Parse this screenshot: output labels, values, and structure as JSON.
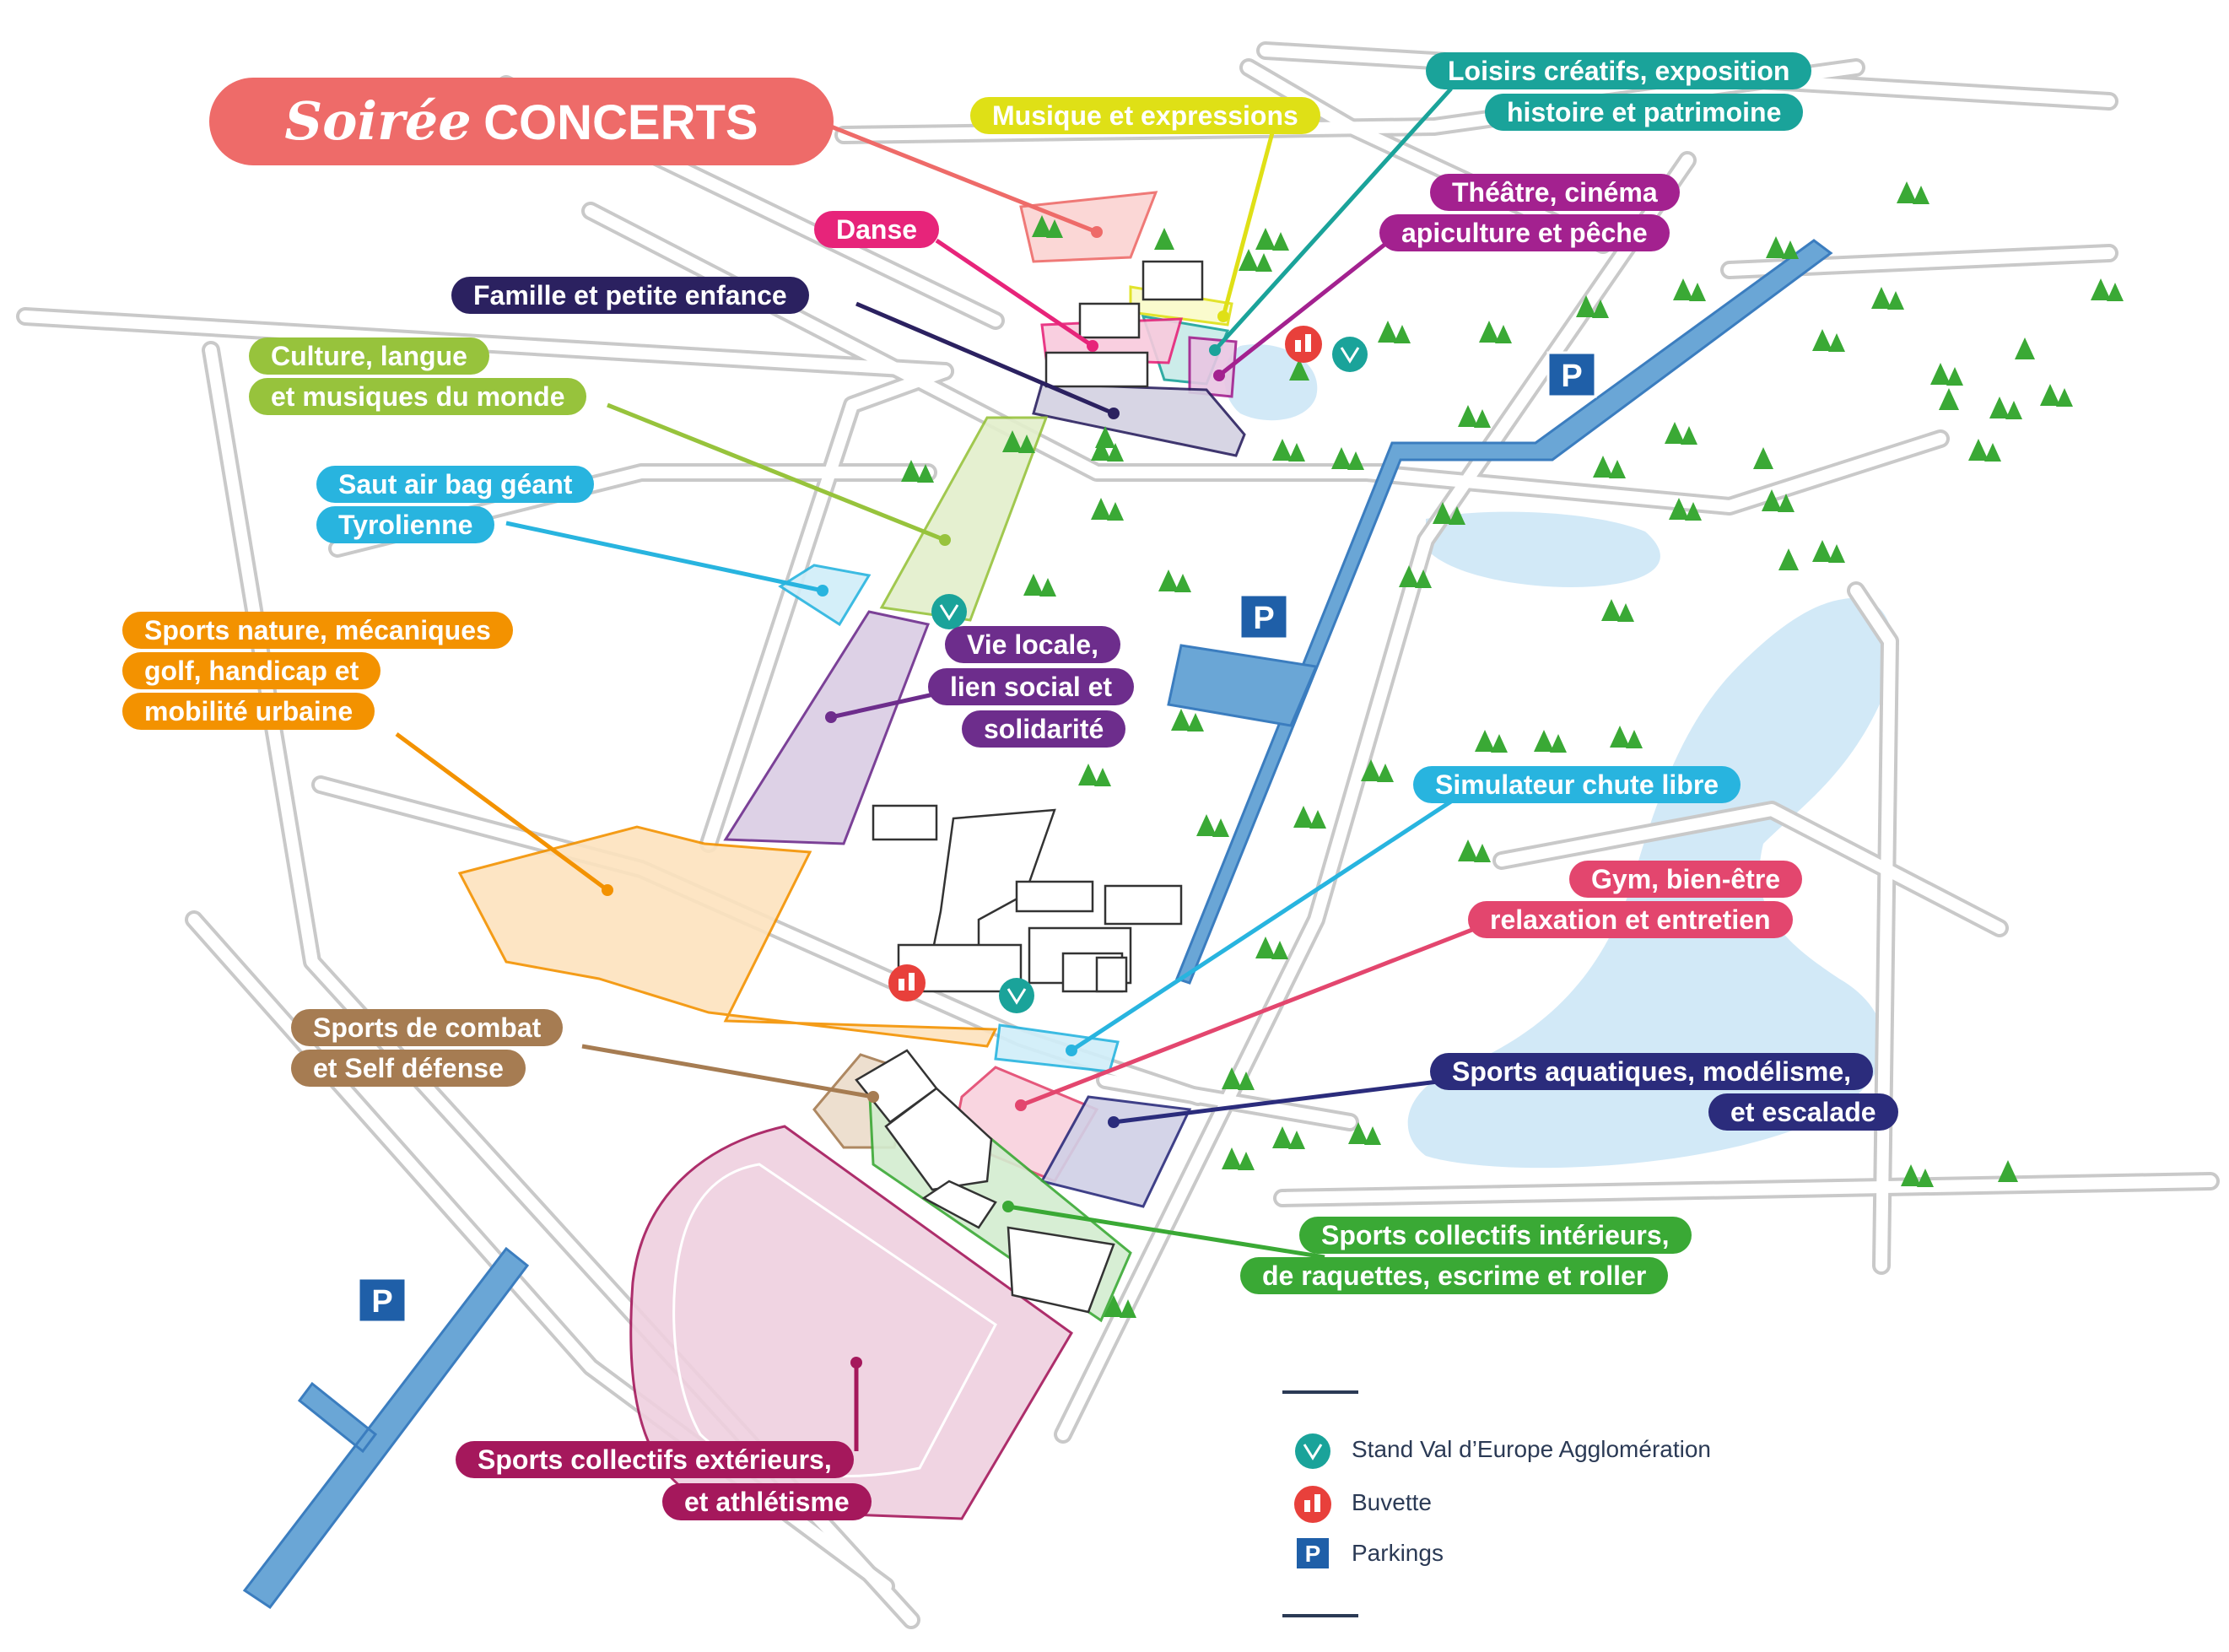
{
  "title": {
    "script": "Soirée",
    "main": "CONCERTS"
  },
  "colors": {
    "soiree": "#ee6b69",
    "musique": "#dfe016",
    "loisirs": "#1aa39a",
    "theatre": "#a3218f",
    "danse": "#e7247a",
    "famille": "#2b2160",
    "culture": "#97c33c",
    "saut": "#28b4df",
    "sportsnature": "#f39200",
    "vielocale": "#6d2d8c",
    "simulateur": "#28b4df",
    "gym": "#e3466e",
    "combat": "#a67c52",
    "aquatiques": "#2b2c7c",
    "collectifsint": "#3aa935",
    "collectifsext": "#a5185c",
    "parking": "#6aa6d6",
    "stand": "#1aa39a",
    "buvette": "#e8403b",
    "road": "#c9c9c9"
  },
  "labels": {
    "soiree": "Soirée CONCERTS",
    "musique": "Musique et expressions",
    "loisirs_1": "Loisirs créatifs, exposition",
    "loisirs_2": "histoire et patrimoine",
    "theatre_1": "Théâtre, cinéma",
    "theatre_2": "apiculture et pêche",
    "danse": "Danse",
    "famille": "Famille et petite enfance",
    "culture_1": "Culture, langue",
    "culture_2": "et musiques du monde",
    "saut_1": "Saut air bag géant",
    "saut_2": "Tyrolienne",
    "sportsnature_1": "Sports nature, mécaniques",
    "sportsnature_2": "golf, handicap et",
    "sportsnature_3": "mobilité urbaine",
    "vielocale_1": "Vie locale,",
    "vielocale_2": "lien social et",
    "vielocale_3": "solidarité",
    "simulateur": "Simulateur chute libre",
    "gym_1": "Gym, bien-être",
    "gym_2": "relaxation et entretien",
    "combat_1": "Sports de combat",
    "combat_2": "et Self défense",
    "aquatiques_1": "Sports aquatiques, modélisme,",
    "aquatiques_2": "et escalade",
    "collectifsint_1": "Sports collectifs intérieurs,",
    "collectifsint_2": "de raquettes, escrime et roller",
    "collectifsext_1": "Sports collectifs extérieurs,",
    "collectifsext_2": "et athlétisme"
  },
  "parking_symbol": "P",
  "legend": {
    "stand": "Stand Val d’Europe Agglomération",
    "buvette": "Buvette",
    "parking": "Parkings"
  }
}
